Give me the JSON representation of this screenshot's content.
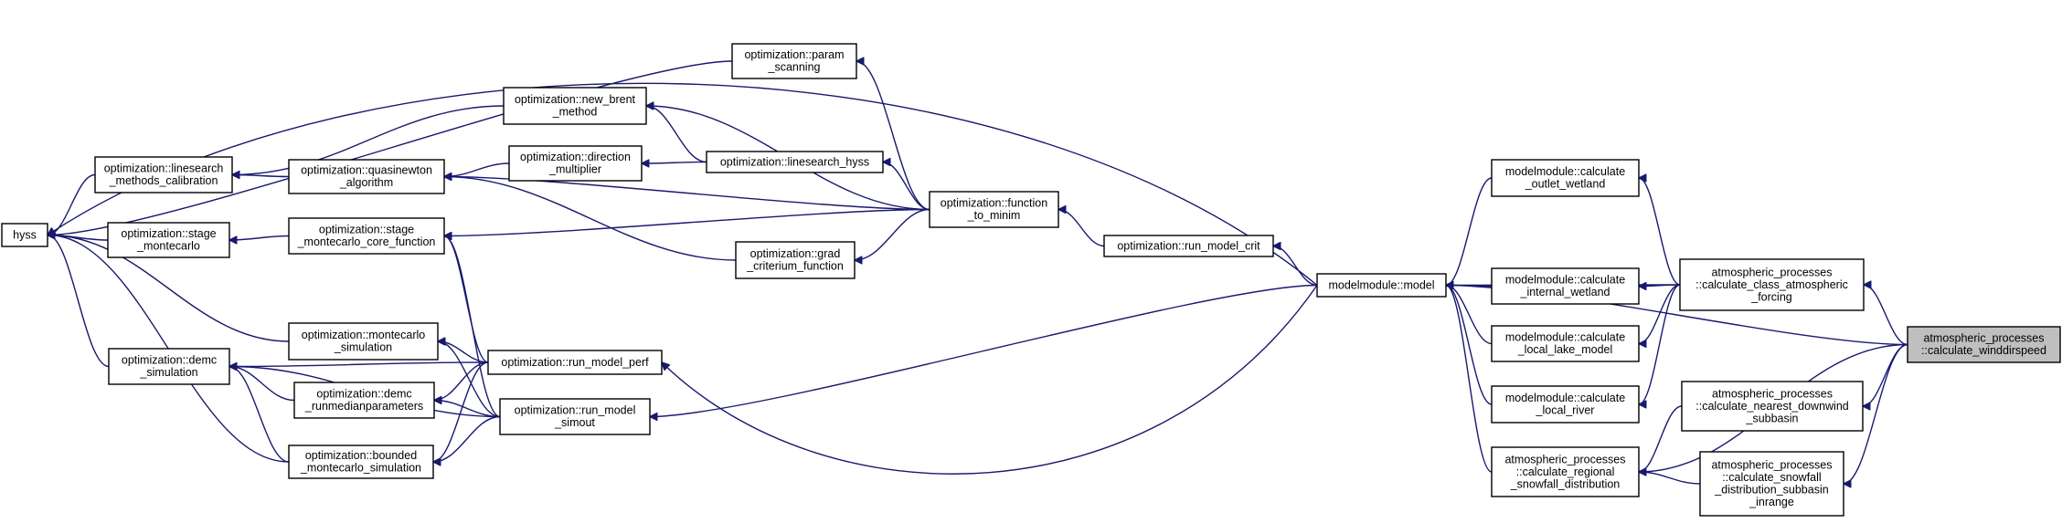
{
  "graph": {
    "root": "atmospheric_processes::calculate_winddirspeed",
    "colors": {
      "edge": "#191970",
      "node_border": "#000000",
      "node_fill": "#ffffff",
      "root_fill": "#bfbfbf"
    },
    "nodes": [
      {
        "id": "hyss",
        "lines": [
          "hyss"
        ]
      },
      {
        "id": "linesearch_methods_calibration",
        "lines": [
          "optimization::linesearch",
          "_methods_calibration"
        ]
      },
      {
        "id": "stage_montecarlo",
        "lines": [
          "optimization::stage",
          "_montecarlo"
        ]
      },
      {
        "id": "demc_simulation",
        "lines": [
          "optimization::demc",
          "_simulation"
        ]
      },
      {
        "id": "quasinewton_algorithm",
        "lines": [
          "optimization::quasinewton",
          "_algorithm"
        ]
      },
      {
        "id": "stage_montecarlo_core_function",
        "lines": [
          "optimization::stage",
          "_montecarlo_core_function"
        ]
      },
      {
        "id": "montecarlo_simulation",
        "lines": [
          "optimization::montecarlo",
          "_simulation"
        ]
      },
      {
        "id": "demc_runmedianparameters",
        "lines": [
          "optimization::demc",
          "_runmedianparameters"
        ]
      },
      {
        "id": "bounded_montecarlo_simulation",
        "lines": [
          "optimization::bounded",
          "_montecarlo_simulation"
        ]
      },
      {
        "id": "new_brent_method",
        "lines": [
          "optimization::new_brent",
          "_method"
        ]
      },
      {
        "id": "direction_multiplier",
        "lines": [
          "optimization::direction",
          "_multiplier"
        ]
      },
      {
        "id": "param_scanning",
        "lines": [
          "optimization::param",
          "_scanning"
        ]
      },
      {
        "id": "linesearch_hyss",
        "lines": [
          "optimization::linesearch_hyss"
        ]
      },
      {
        "id": "grad_criterium_function",
        "lines": [
          "optimization::grad",
          "_criterium_function"
        ]
      },
      {
        "id": "run_model_perf",
        "lines": [
          "optimization::run_model_perf"
        ]
      },
      {
        "id": "run_model_simout",
        "lines": [
          "optimization::run_model",
          "_simout"
        ]
      },
      {
        "id": "function_to_minim",
        "lines": [
          "optimization::function",
          "_to_minim"
        ]
      },
      {
        "id": "run_model_crit",
        "lines": [
          "optimization::run_model_crit"
        ]
      },
      {
        "id": "model",
        "lines": [
          "modelmodule::model"
        ]
      },
      {
        "id": "calculate_outlet_wetland",
        "lines": [
          "modelmodule::calculate",
          "_outlet_wetland"
        ]
      },
      {
        "id": "calculate_internal_wetland",
        "lines": [
          "modelmodule::calculate",
          "_internal_wetland"
        ]
      },
      {
        "id": "calculate_local_lake_model",
        "lines": [
          "modelmodule::calculate",
          "_local_lake_model"
        ]
      },
      {
        "id": "calculate_local_river",
        "lines": [
          "modelmodule::calculate",
          "_local_river"
        ]
      },
      {
        "id": "calculate_regional_snowfall_distribution",
        "lines": [
          "atmospheric_processes",
          "::calculate_regional",
          "_snowfall_distribution"
        ]
      },
      {
        "id": "calculate_class_atmospheric_forcing",
        "lines": [
          "atmospheric_processes",
          "::calculate_class_atmospheric",
          "_forcing"
        ]
      },
      {
        "id": "calculate_nearest_downwind_subbasin",
        "lines": [
          "atmospheric_processes",
          "::calculate_nearest_downwind",
          "_subbasin"
        ]
      },
      {
        "id": "calculate_snowfall_distribution_subbasin_inrange",
        "lines": [
          "atmospheric_processes",
          "::calculate_snowfall",
          "_distribution_subbasin",
          "_inrange"
        ]
      },
      {
        "id": "calculate_winddirspeed",
        "lines": [
          "atmospheric_processes",
          "::calculate_winddirspeed"
        ]
      }
    ],
    "edges": [
      [
        "model",
        "hyss"
      ],
      [
        "param_scanning",
        "hyss"
      ],
      [
        "linesearch_methods_calibration",
        "hyss"
      ],
      [
        "stage_montecarlo",
        "hyss"
      ],
      [
        "demc_simulation",
        "hyss"
      ],
      [
        "montecarlo_simulation",
        "hyss"
      ],
      [
        "bounded_montecarlo_simulation",
        "hyss"
      ],
      [
        "quasinewton_algorithm",
        "linesearch_methods_calibration"
      ],
      [
        "new_brent_method",
        "linesearch_methods_calibration"
      ],
      [
        "stage_montecarlo_core_function",
        "stage_montecarlo"
      ],
      [
        "demc_runmedianparameters",
        "demc_simulation"
      ],
      [
        "bounded_montecarlo_simulation",
        "demc_simulation"
      ],
      [
        "direction_multiplier",
        "quasinewton_algorithm"
      ],
      [
        "function_to_minim",
        "quasinewton_algorithm"
      ],
      [
        "grad_criterium_function",
        "quasinewton_algorithm"
      ],
      [
        "run_model_perf",
        "stage_montecarlo_core_function"
      ],
      [
        "run_model_simout",
        "stage_montecarlo_core_function"
      ],
      [
        "run_model_perf",
        "montecarlo_simulation"
      ],
      [
        "run_model_simout",
        "montecarlo_simulation"
      ],
      [
        "run_model_perf",
        "demc_runmedianparameters"
      ],
      [
        "run_model_simout",
        "demc_runmedianparameters"
      ],
      [
        "run_model_perf",
        "bounded_montecarlo_simulation"
      ],
      [
        "run_model_simout",
        "bounded_montecarlo_simulation"
      ],
      [
        "run_model_perf",
        "demc_simulation"
      ],
      [
        "run_model_simout",
        "demc_simulation"
      ],
      [
        "function_to_minim",
        "param_scanning"
      ],
      [
        "function_to_minim",
        "new_brent_method"
      ],
      [
        "linesearch_hyss",
        "new_brent_method"
      ],
      [
        "linesearch_hyss",
        "direction_multiplier"
      ],
      [
        "function_to_minim",
        "linesearch_hyss"
      ],
      [
        "function_to_minim",
        "grad_criterium_function"
      ],
      [
        "function_to_minim",
        "stage_montecarlo_core_function"
      ],
      [
        "run_model_crit",
        "function_to_minim"
      ],
      [
        "model",
        "run_model_crit"
      ],
      [
        "model",
        "run_model_perf"
      ],
      [
        "model",
        "run_model_simout"
      ],
      [
        "calculate_outlet_wetland",
        "model"
      ],
      [
        "calculate_internal_wetland",
        "model"
      ],
      [
        "calculate_local_lake_model",
        "model"
      ],
      [
        "calculate_local_river",
        "model"
      ],
      [
        "calculate_regional_snowfall_distribution",
        "model"
      ],
      [
        "calculate_class_atmospheric_forcing",
        "model"
      ],
      [
        "calculate_class_atmospheric_forcing",
        "calculate_outlet_wetland"
      ],
      [
        "calculate_class_atmospheric_forcing",
        "calculate_internal_wetland"
      ],
      [
        "calculate_class_atmospheric_forcing",
        "calculate_local_lake_model"
      ],
      [
        "calculate_class_atmospheric_forcing",
        "calculate_local_river"
      ],
      [
        "calculate_winddirspeed",
        "model"
      ],
      [
        "calculate_winddirspeed",
        "calculate_class_atmospheric_forcing"
      ],
      [
        "calculate_winddirspeed",
        "calculate_regional_snowfall_distribution"
      ],
      [
        "calculate_nearest_downwind_subbasin",
        "calculate_regional_snowfall_distribution"
      ],
      [
        "calculate_snowfall_distribution_subbasin_inrange",
        "calculate_regional_snowfall_distribution"
      ],
      [
        "calculate_winddirspeed",
        "calculate_nearest_downwind_subbasin"
      ],
      [
        "calculate_winddirspeed",
        "calculate_snowfall_distribution_subbasin_inrange"
      ]
    ]
  }
}
